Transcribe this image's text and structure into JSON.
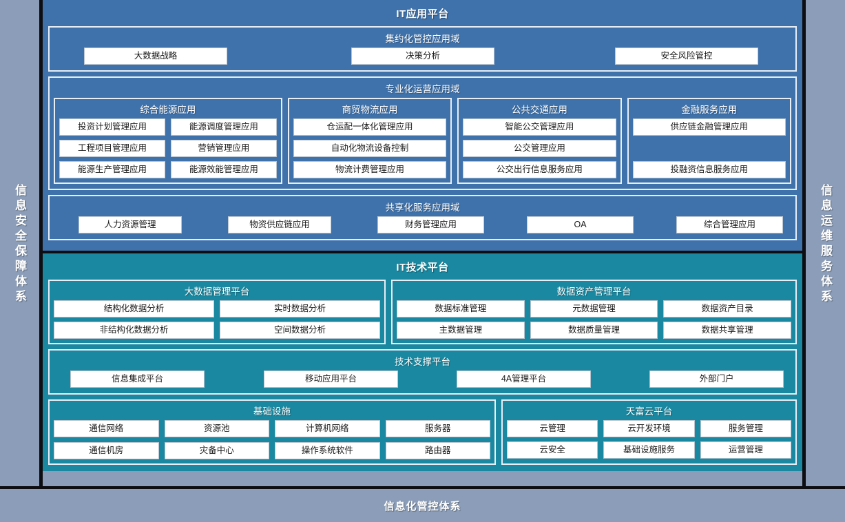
{
  "sides": {
    "left_label": "信息安全保障体系",
    "right_label": "信息运维服务体系"
  },
  "footer": {
    "label": "信息化管控体系"
  },
  "colors": {
    "application_platform": "#3f72ab",
    "technology_platform": "#1988a0",
    "page_background": "#8b9db8",
    "chip_background": "#ffffff",
    "separator": "#0d0d12"
  },
  "application_platform": {
    "title": "IT应用平台",
    "domains": [
      {
        "title": "集约化管控应用域",
        "items": [
          "大数据战略",
          "决策分析",
          "安全风险管控"
        ]
      },
      {
        "title": "专业化运营应用域",
        "subgroups": [
          {
            "title": "综合能源应用",
            "items": [
              "投资计划管理应用",
              "能源调度管理应用",
              "工程项目管理应用",
              "营销管理应用",
              "能源生产管理应用",
              "能源效能管理应用"
            ]
          },
          {
            "title": "商贸物流应用",
            "items": [
              "仓运配一体化管理应用",
              "自动化物流设备控制",
              "物流计费管理应用"
            ]
          },
          {
            "title": "公共交通应用",
            "items": [
              "智能公交管理应用",
              "公交管理应用",
              "公交出行信息服务应用"
            ]
          },
          {
            "title": "金融服务应用",
            "items": [
              "供应链金融管理应用",
              "",
              "投融资信息服务应用"
            ]
          }
        ]
      },
      {
        "title": "共享化服务应用域",
        "items": [
          "人力资源管理",
          "物资供应链应用",
          "财务管理应用",
          "OA",
          "综合管理应用"
        ]
      }
    ]
  },
  "technology_platform": {
    "title": "IT技术平台",
    "top_platforms": [
      {
        "title": "大数据管理平台",
        "items": [
          "结构化数据分析",
          "实时数据分析",
          "非结构化数据分析",
          "空间数据分析"
        ]
      },
      {
        "title": "数据资产管理平台",
        "items": [
          "数据标准管理",
          "元数据管理",
          "数据资产目录",
          "主数据管理",
          "数据质量管理",
          "数据共享管理"
        ]
      }
    ],
    "support_platform": {
      "title": "技术支撑平台",
      "items": [
        "信息集成平台",
        "移动应用平台",
        "4A管理平台",
        "外部门户"
      ]
    },
    "bottom_platforms": [
      {
        "title": "基础设施",
        "items": [
          "通信网络",
          "资源池",
          "计算机网络",
          "服务器",
          "通信机房",
          "灾备中心",
          "操作系统软件",
          "路由器"
        ]
      },
      {
        "title": "天富云平台",
        "items": [
          "云管理",
          "云开发环境",
          "服务管理",
          "云安全",
          "基础设施服务",
          "运营管理"
        ]
      }
    ]
  }
}
